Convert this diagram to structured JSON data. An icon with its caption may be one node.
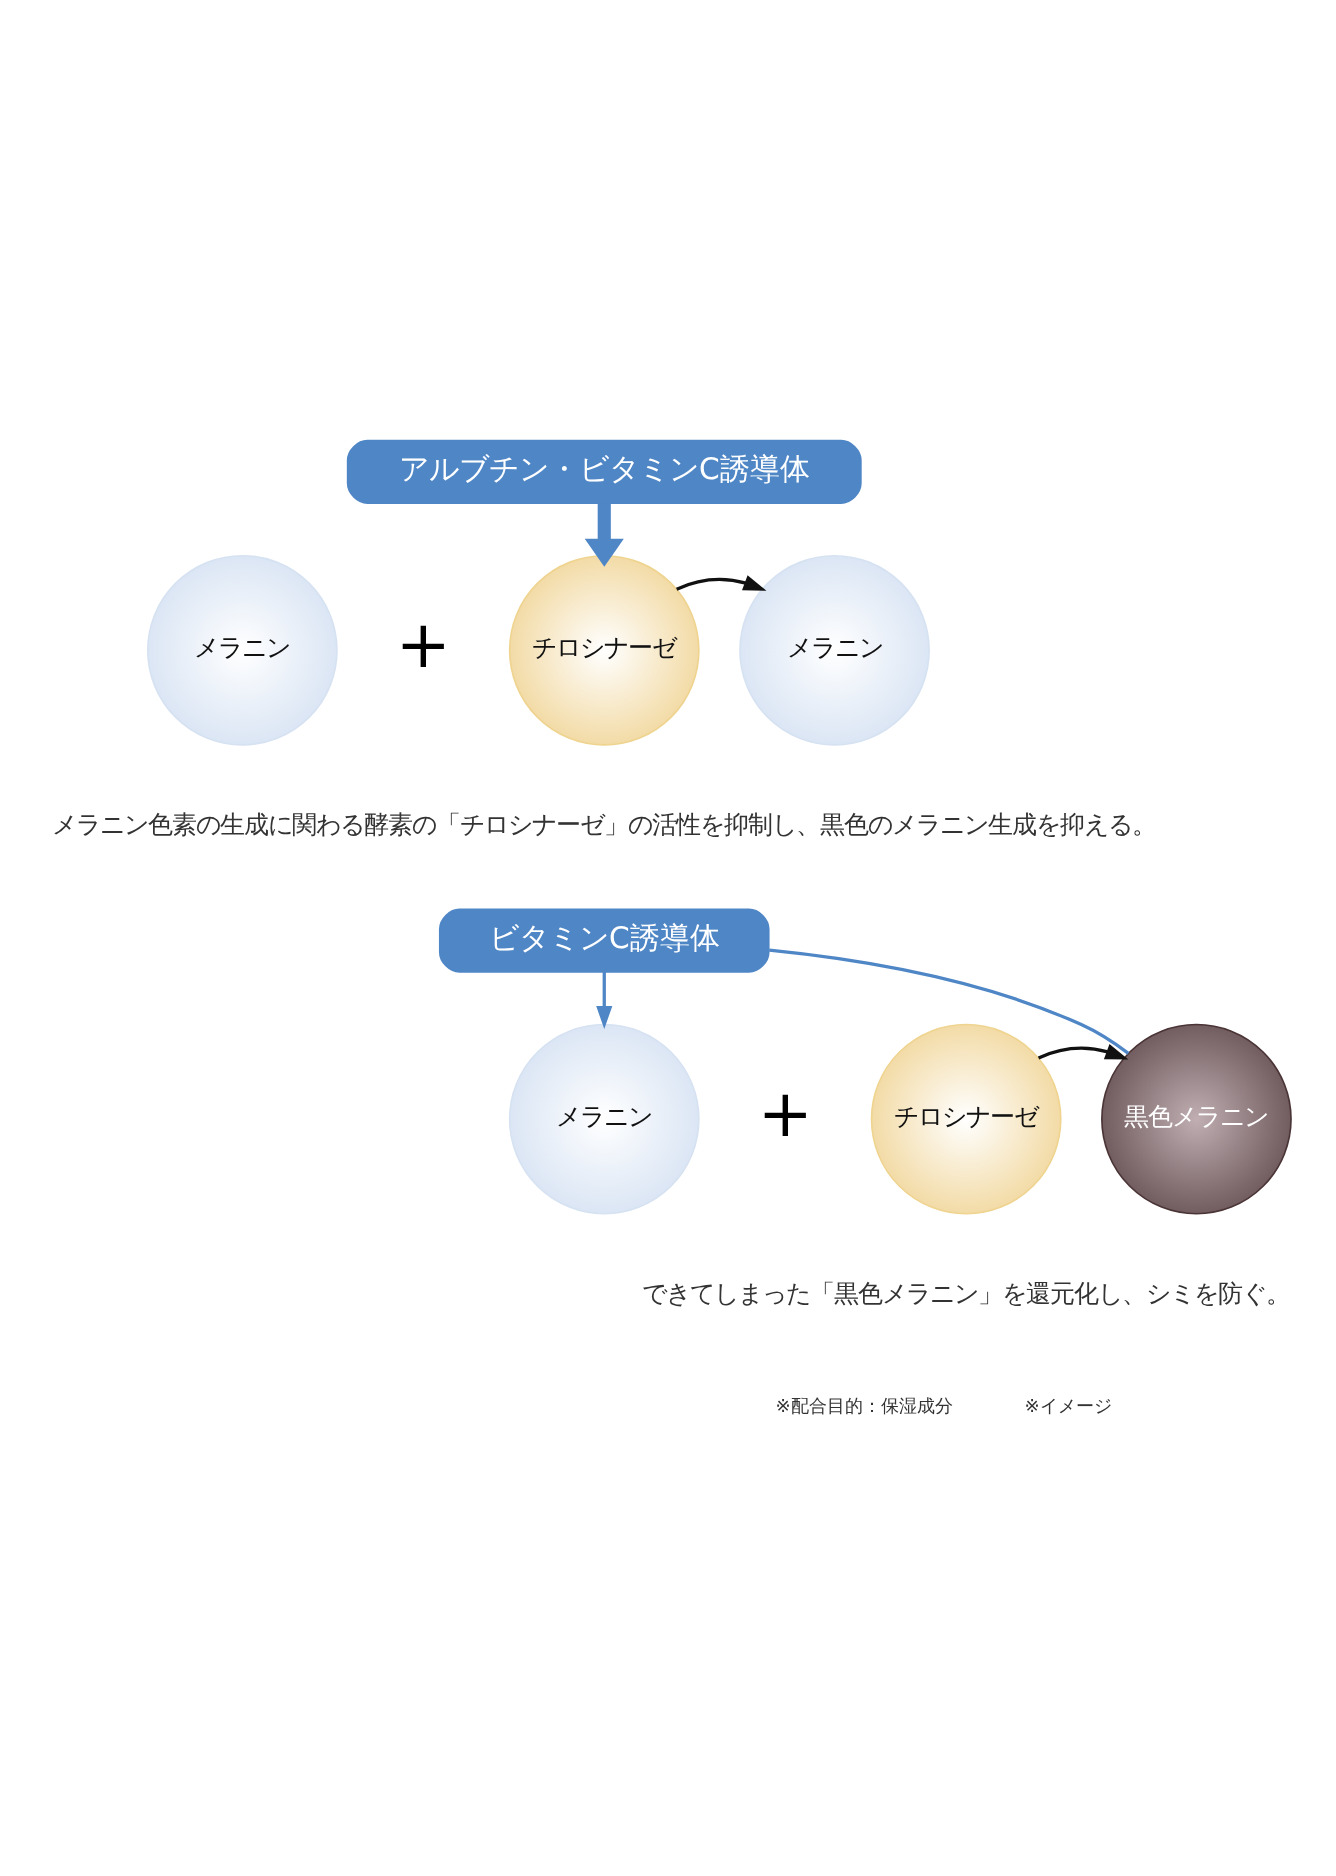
{
  "diagram": {
    "nodes": [
      {
        "text": [
          "アルブチン・ビタミンC誘導体"
        ]
      },
      {
        "text": [
          "メラニン"
        ]
      },
      {
        "text": [
          "チロシナーゼ"
        ]
      },
      {
        "text": [
          "メラニン"
        ]
      },
      {
        "text": [
          "ビタミンC誘導体"
        ]
      },
      {
        "text": [
          "メラニン"
        ]
      },
      {
        "text": [
          "チロシナーゼ"
        ]
      },
      {
        "text": [
          "黒色メラニン"
        ]
      }
    ],
    "edges": [
      {
        "from": 0,
        "to": 2,
        "arrow": "to",
        "style": "thick"
      },
      {
        "from": 2,
        "to": 3,
        "arrow": "to",
        "color": "#111111"
      },
      {
        "from": 4,
        "to": 5,
        "arrow": "to"
      },
      {
        "from": 7,
        "to": 4,
        "arrow": "none"
      },
      {
        "from": 6,
        "to": 7,
        "arrow": "to",
        "color": "#111111"
      }
    ],
    "labels": [
      "+",
      "メラニン色素の生成に関わる酵素の「チロシナーゼ」の活性を抑制し、黒色のメラニン生成を抑える。",
      "+",
      "できてしまった「黒色メラニン」を還元化し、シミを防ぐ。",
      "※配合目的：保湿成分",
      "※イメージ"
    ]
  }
}
